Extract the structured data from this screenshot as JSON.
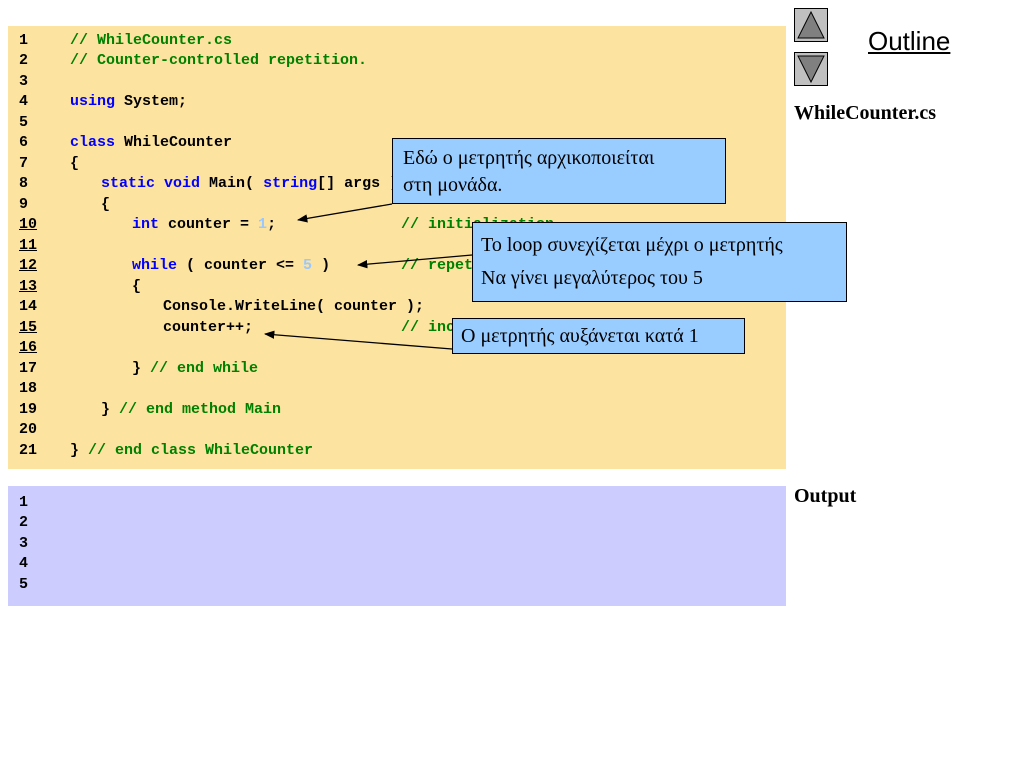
{
  "outline": {
    "title": "Outline",
    "file_label": "WhileCounter.cs",
    "output_label": "Output",
    "up_icon": "triangle-up-icon",
    "down_icon": "triangle-down-icon"
  },
  "code": {
    "lines": [
      {
        "n": "1"
      },
      {
        "n": "2"
      },
      {
        "n": "3"
      },
      {
        "n": "4"
      },
      {
        "n": "5"
      },
      {
        "n": "6"
      },
      {
        "n": "7"
      },
      {
        "n": "8"
      },
      {
        "n": "9"
      },
      {
        "n": "10"
      },
      {
        "n": "11"
      },
      {
        "n": "12"
      },
      {
        "n": "13"
      },
      {
        "n": "14"
      },
      {
        "n": "15"
      },
      {
        "n": "16"
      },
      {
        "n": "17"
      },
      {
        "n": "18"
      },
      {
        "n": "19"
      },
      {
        "n": "20"
      },
      {
        "n": "21"
      }
    ],
    "t1": "// WhileCounter.cs",
    "t2": "// Counter-controlled repetition.",
    "t4_kw": "using",
    "t4_rest": " System;",
    "t6_kw": "class",
    "t6_rest": " WhileCounter",
    "t7": "{",
    "t8_kw1": "static",
    "t8_sp1": " ",
    "t8_kw2": "void",
    "t8_mid": " Main( ",
    "t8_kw3": "string",
    "t8_rest": "[] args )",
    "t9": "{",
    "t10_kw": "int",
    "t10_mid": " counter = ",
    "t10_num": "1",
    "t10_semi": ";",
    "t10_cm": "// initialization",
    "t12_kw": "while",
    "t12_mid": " ( counter <= ",
    "t12_num": "5",
    "t12_close": " )",
    "t12_cm": "// repetition condition",
    "t13": "{",
    "t14": "Console.WriteLine( counter );",
    "t15": "counter++;",
    "t15_cm": "// increment",
    "t17_brace": "}",
    "t17_cm": " // end while",
    "t19_brace": "}",
    "t19_cm": " // end method Main",
    "t21_brace": "}",
    "t21_cm": " // end class WhileCounter"
  },
  "output": {
    "lines": [
      "1",
      "2",
      "3",
      "4",
      "5"
    ]
  },
  "callouts": {
    "init_line1": "Εδώ ο μετρητής αρχικοποιείται",
    "init_line2": "στη μονάδα.",
    "loop_line1": "Το loop συνεχίζεται μέχρι ο μετρητής",
    "loop_line2": "Να γίνει μεγαλύτερος του 5",
    "inc": "Ο μετρητής αυξάνεται κατά 1"
  },
  "colors": {
    "code_bg": "#fce3a0",
    "output_bg": "#ccccff",
    "callout_bg": "#99ccff",
    "comment": "#008000",
    "keyword": "#0000ff",
    "literal": "#9ac8ff"
  }
}
